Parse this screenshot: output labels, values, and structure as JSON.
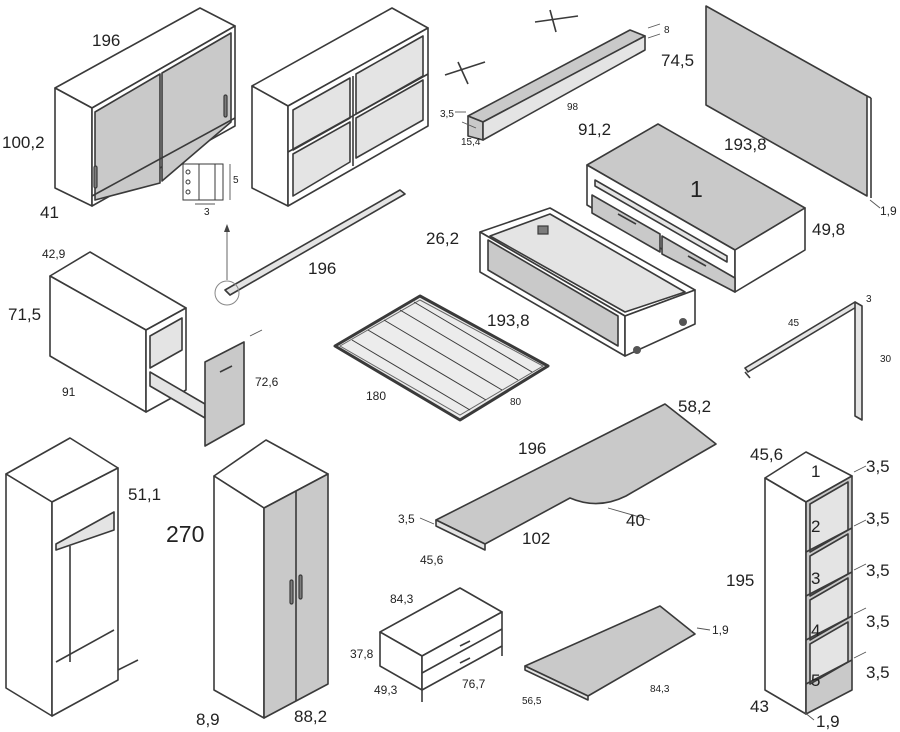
{
  "labels": {
    "wall_cab_w": "196",
    "wall_cab_h": "100,2",
    "wall_cab_d": "41",
    "hinge_h": "5",
    "hinge_w": "3",
    "shelf_len_top": "98",
    "shelf_h": "8",
    "shelf_w": "74,5",
    "shelf_t": "3,5",
    "shelf_d": "15,4",
    "shelf_len": "91,2",
    "panel_t": "1,9",
    "rail_len": "196",
    "bed_len": "193,8",
    "bed_d": "49,8",
    "bed_num": "1",
    "trundle_h": "26,2",
    "base_len": "193,8",
    "base_w": "180",
    "base_d": "80",
    "desk_unit_d": "42,9",
    "desk_unit_h": "71,5",
    "desk_unit_w": "91",
    "drawer_h": "72,6",
    "bracket_w": "45",
    "bracket_t": "3",
    "bracket_h": "30",
    "desk_len": "196",
    "desk_w": "58,2",
    "desk_t": "3,5",
    "desk_return": "40",
    "desk_front": "102",
    "desk_depth": "45,6",
    "wardrobe_d": "51,1",
    "wardrobe_h": "270",
    "wardrobe_w1": "8,9",
    "wardrobe_w2": "88,2",
    "chest_w": "84,3",
    "chest_h": "37,8",
    "chest_d": "49,3",
    "chest_front": "76,7",
    "top_t": "1,9",
    "top_d": "56,5",
    "top_w": "84,3",
    "book_w": "45,6",
    "book_h": "195",
    "book_d": "43",
    "book_side": "1,9",
    "book_shelf_t": [
      "3,5",
      "3,5",
      "3,5",
      "3,5",
      "3,5"
    ],
    "book_nums": [
      "1",
      "2",
      "3",
      "4",
      "5"
    ]
  }
}
